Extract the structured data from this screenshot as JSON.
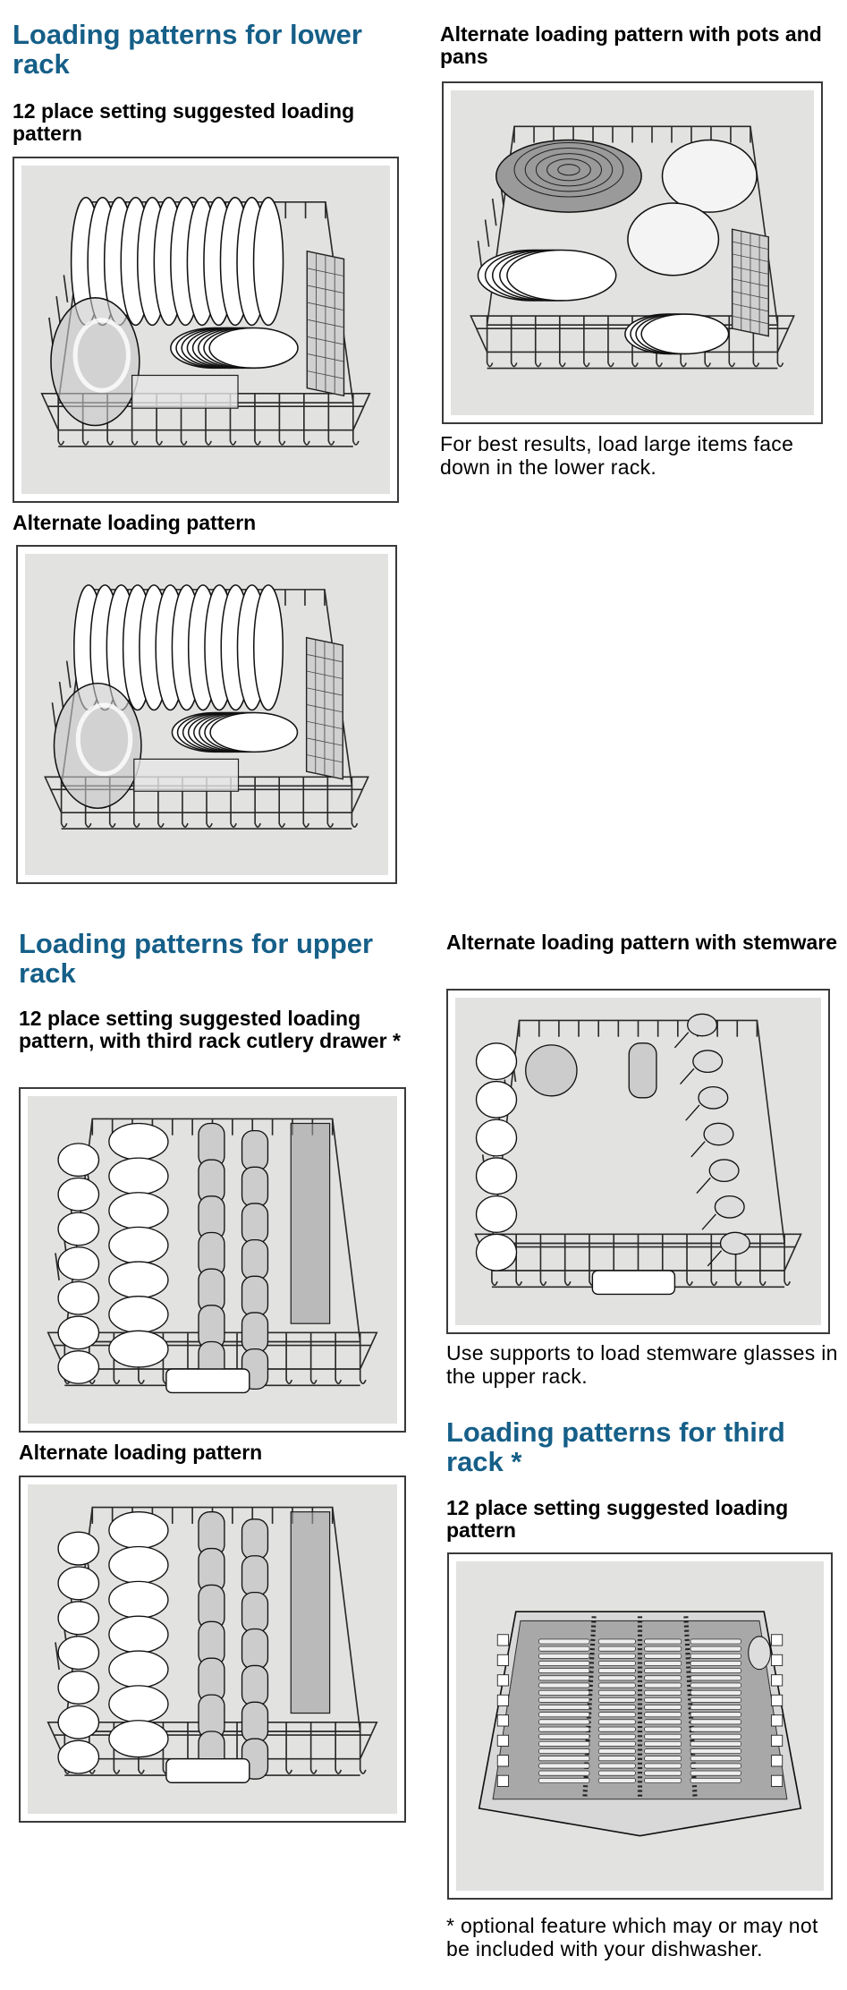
{
  "lower_rack": {
    "heading": "Loading patterns for lower rack",
    "figures": [
      {
        "caption": "12 place setting suggested loading pattern",
        "illustration": "lower-rack-12-place-illustration"
      },
      {
        "caption": "Alternate loading pattern",
        "illustration": "lower-rack-alternate-illustration"
      },
      {
        "caption": "Alternate loading pattern with  pots and pans",
        "illustration": "lower-rack-pots-pans-illustration"
      }
    ],
    "note": "For best results, load large items face down in the lower rack."
  },
  "upper_rack": {
    "heading": "Loading patterns for upper rack",
    "figures": [
      {
        "caption": "12 place setting suggested loading pattern, with third rack cutlery drawer *",
        "illustration": "upper-rack-12-place-illustration"
      },
      {
        "caption": "Alternate loading pattern",
        "illustration": "upper-rack-alternate-illustration"
      },
      {
        "caption": "Alternate loading pattern with stemware",
        "illustration": "upper-rack-stemware-illustration"
      }
    ],
    "note": "Use supports to load stemware glasses in the upper rack."
  },
  "third_rack": {
    "heading": "Loading patterns for third rack *",
    "figures": [
      {
        "caption": "12 place setting suggested loading pattern",
        "illustration": "third-rack-cutlery-illustration"
      }
    ],
    "footnote": "* optional feature which may or may not be included with your dishwasher."
  },
  "colors": {
    "heading": "#155f88",
    "figure_background": "#e2e2e1",
    "figure_border": "#3a3a3a"
  }
}
